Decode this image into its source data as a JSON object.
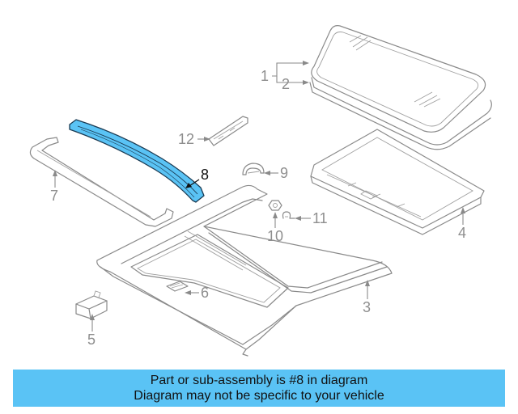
{
  "callouts": {
    "c1": "1",
    "c2": "2",
    "c3": "3",
    "c4": "4",
    "c5": "5",
    "c6": "6",
    "c7": "7",
    "c8": "8",
    "c9": "9",
    "c10": "10",
    "c11": "11",
    "c12": "12"
  },
  "highlight_color": "#5ac3f5",
  "banner": {
    "line1": "Part or sub-assembly is #8 in diagram",
    "line2": "Diagram may not be specific to your vehicle"
  }
}
